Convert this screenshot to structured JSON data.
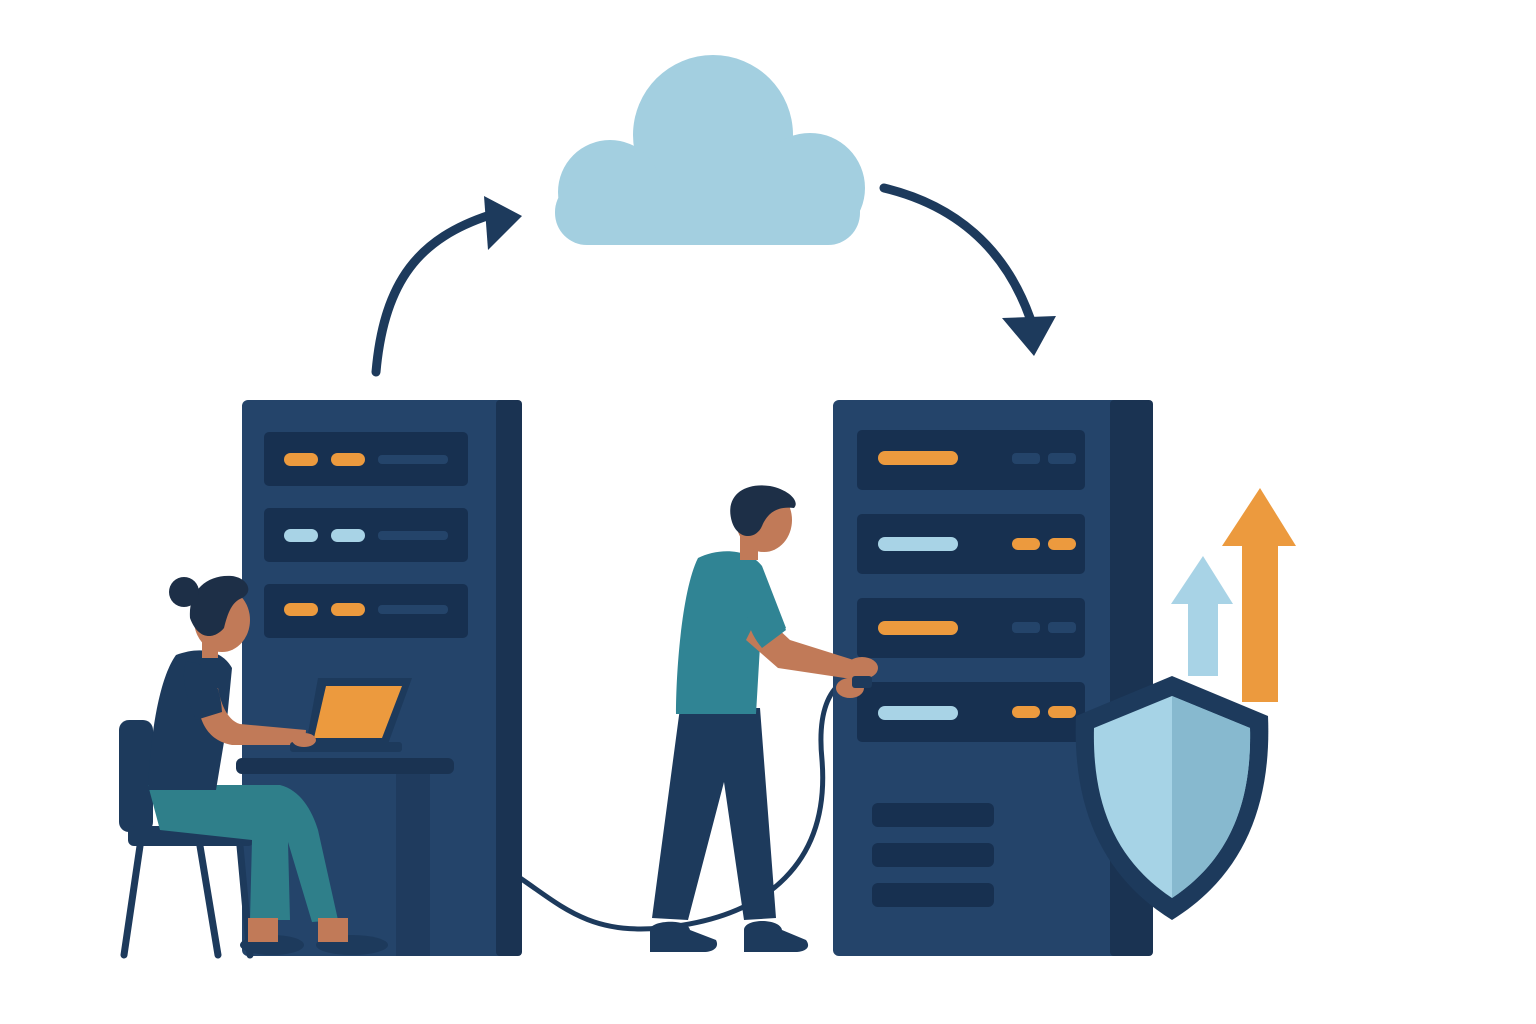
{
  "illustration": {
    "subject": "cloud-server-migration",
    "elements": [
      "cloud-icon",
      "server-rack-left",
      "server-rack-right",
      "shield-icon",
      "growth-arrows",
      "woman-with-laptop",
      "man-connecting-cable"
    ]
  },
  "colors": {
    "background": "#ffffff",
    "navy": "#1d3a5c",
    "server_body": "#24446a",
    "server_side": "#1a3352",
    "server_slot": "#173050",
    "cloud": "#a3cfe0",
    "orange": "#ec9a3e",
    "light_blue": "#a8d3e6",
    "teal_shirt": "#308494",
    "teal_pants": "#2f7f8a",
    "skin": "#c17a58",
    "hair": "#1d2f47",
    "shield_light": "#a6d3e6",
    "shield_dark": "#87b9cf"
  }
}
